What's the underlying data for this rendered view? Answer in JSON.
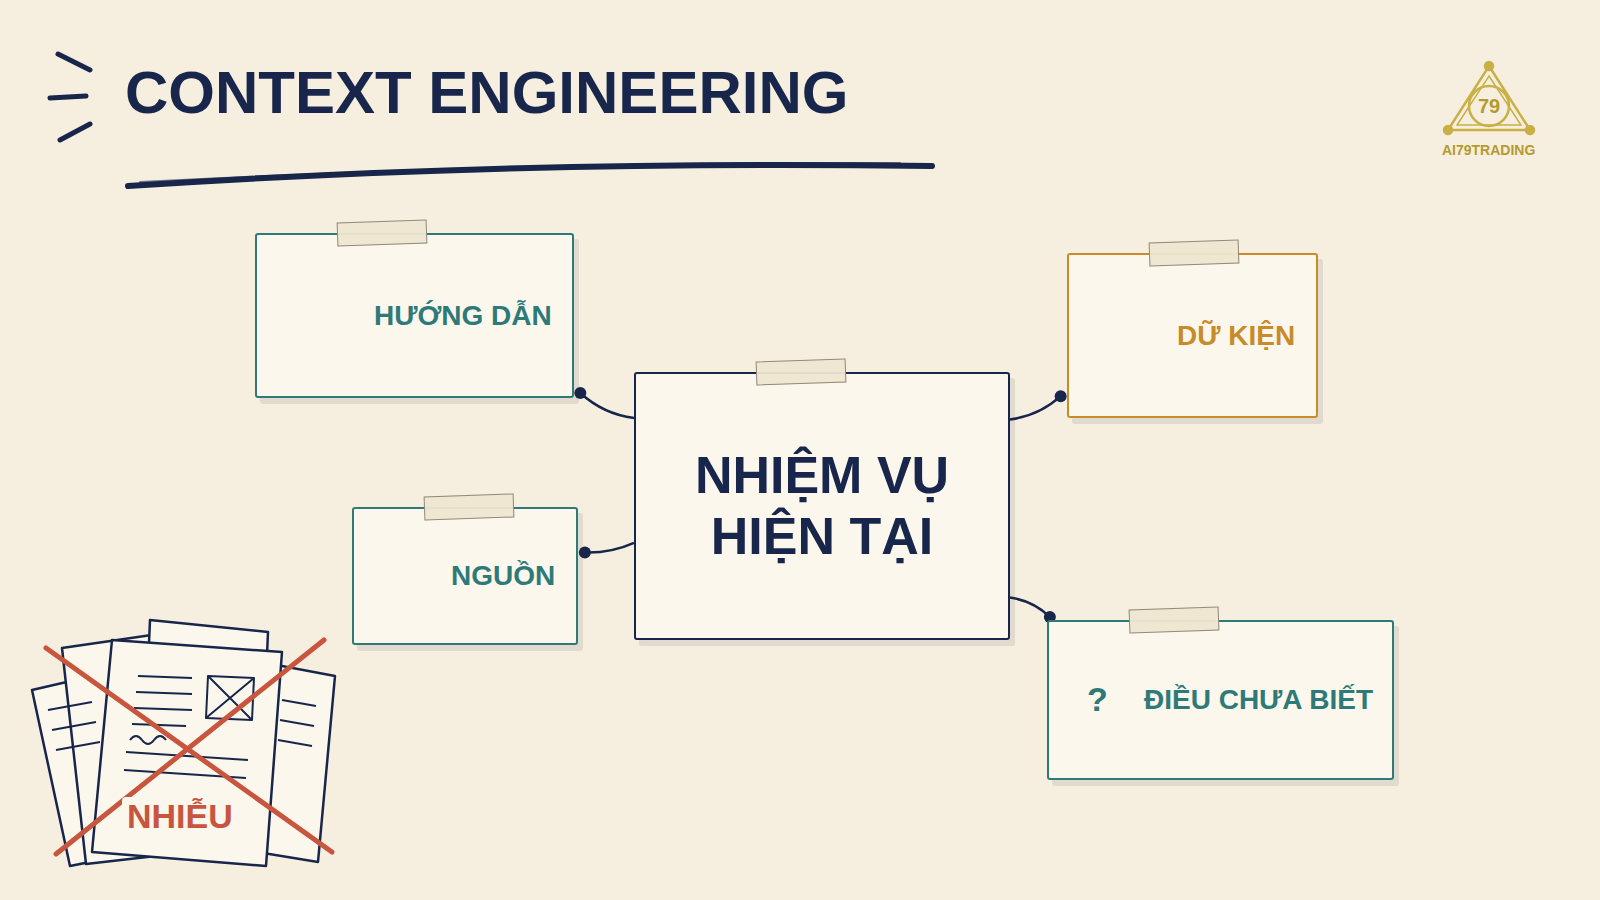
{
  "diagram": {
    "title": "CONTEXT ENGINEERING",
    "nodes": [
      {
        "text": [
          "HƯỚNG DẪN"
        ]
      },
      {
        "text": [
          "DỮ KIỆN"
        ]
      },
      {
        "text": [
          "NHIỆM VỤ HIỆN TẠI"
        ]
      },
      {
        "text": [
          "NGUỒN"
        ]
      },
      {
        "text": [
          "ĐIỀU CHƯA BIẾT"
        ]
      }
    ],
    "edges": [
      {
        "from": 0,
        "to": 2,
        "arrow": "none"
      },
      {
        "from": 1,
        "to": 2,
        "arrow": "none"
      },
      {
        "from": 3,
        "to": 2,
        "arrow": "none"
      },
      {
        "from": 4,
        "to": 2,
        "arrow": "none"
      }
    ],
    "labels": [
      "79",
      "AI79TRADING",
      "?",
      "NHIỄU"
    ]
  }
}
